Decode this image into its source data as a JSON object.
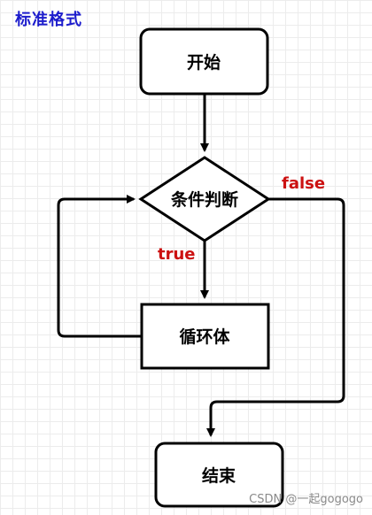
{
  "title": "标准格式",
  "nodes": {
    "start": "开始",
    "condition": "条件判断",
    "loop_body": "循环体",
    "end": "结束"
  },
  "edges": {
    "true_label": "true",
    "false_label": "false"
  },
  "watermark": "CSDN @一起gogogo",
  "colors": {
    "title": "#1c1ccc",
    "edge_label": "#cc1111",
    "stroke": "#000000"
  }
}
